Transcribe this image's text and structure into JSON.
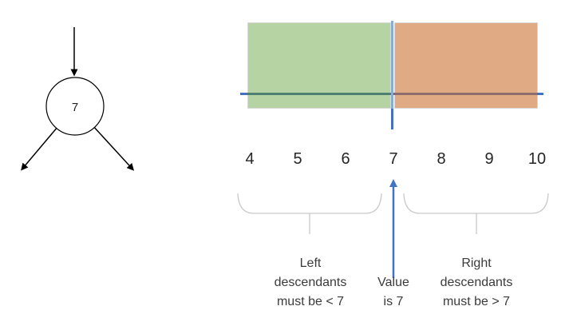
{
  "node": {
    "value": "7"
  },
  "number_line": {
    "ticks": [
      "4",
      "5",
      "6",
      "7",
      "8",
      "9",
      "10"
    ]
  },
  "annotations": {
    "left": {
      "lines": [
        "Left",
        "descendants",
        "must be < 7"
      ]
    },
    "pivot": {
      "lines": [
        "Value",
        "is 7"
      ]
    },
    "right": {
      "lines": [
        "Right",
        "descendants",
        "must be > 7"
      ]
    }
  },
  "colors": {
    "left_region_green": "#b5d3a3",
    "right_region_orange": "#e0aa84",
    "accent_blue": "#4472c4",
    "bracket_gray": "#c9c9c9",
    "region_border": "#d9d9d9",
    "text": "#3b3b3b"
  }
}
